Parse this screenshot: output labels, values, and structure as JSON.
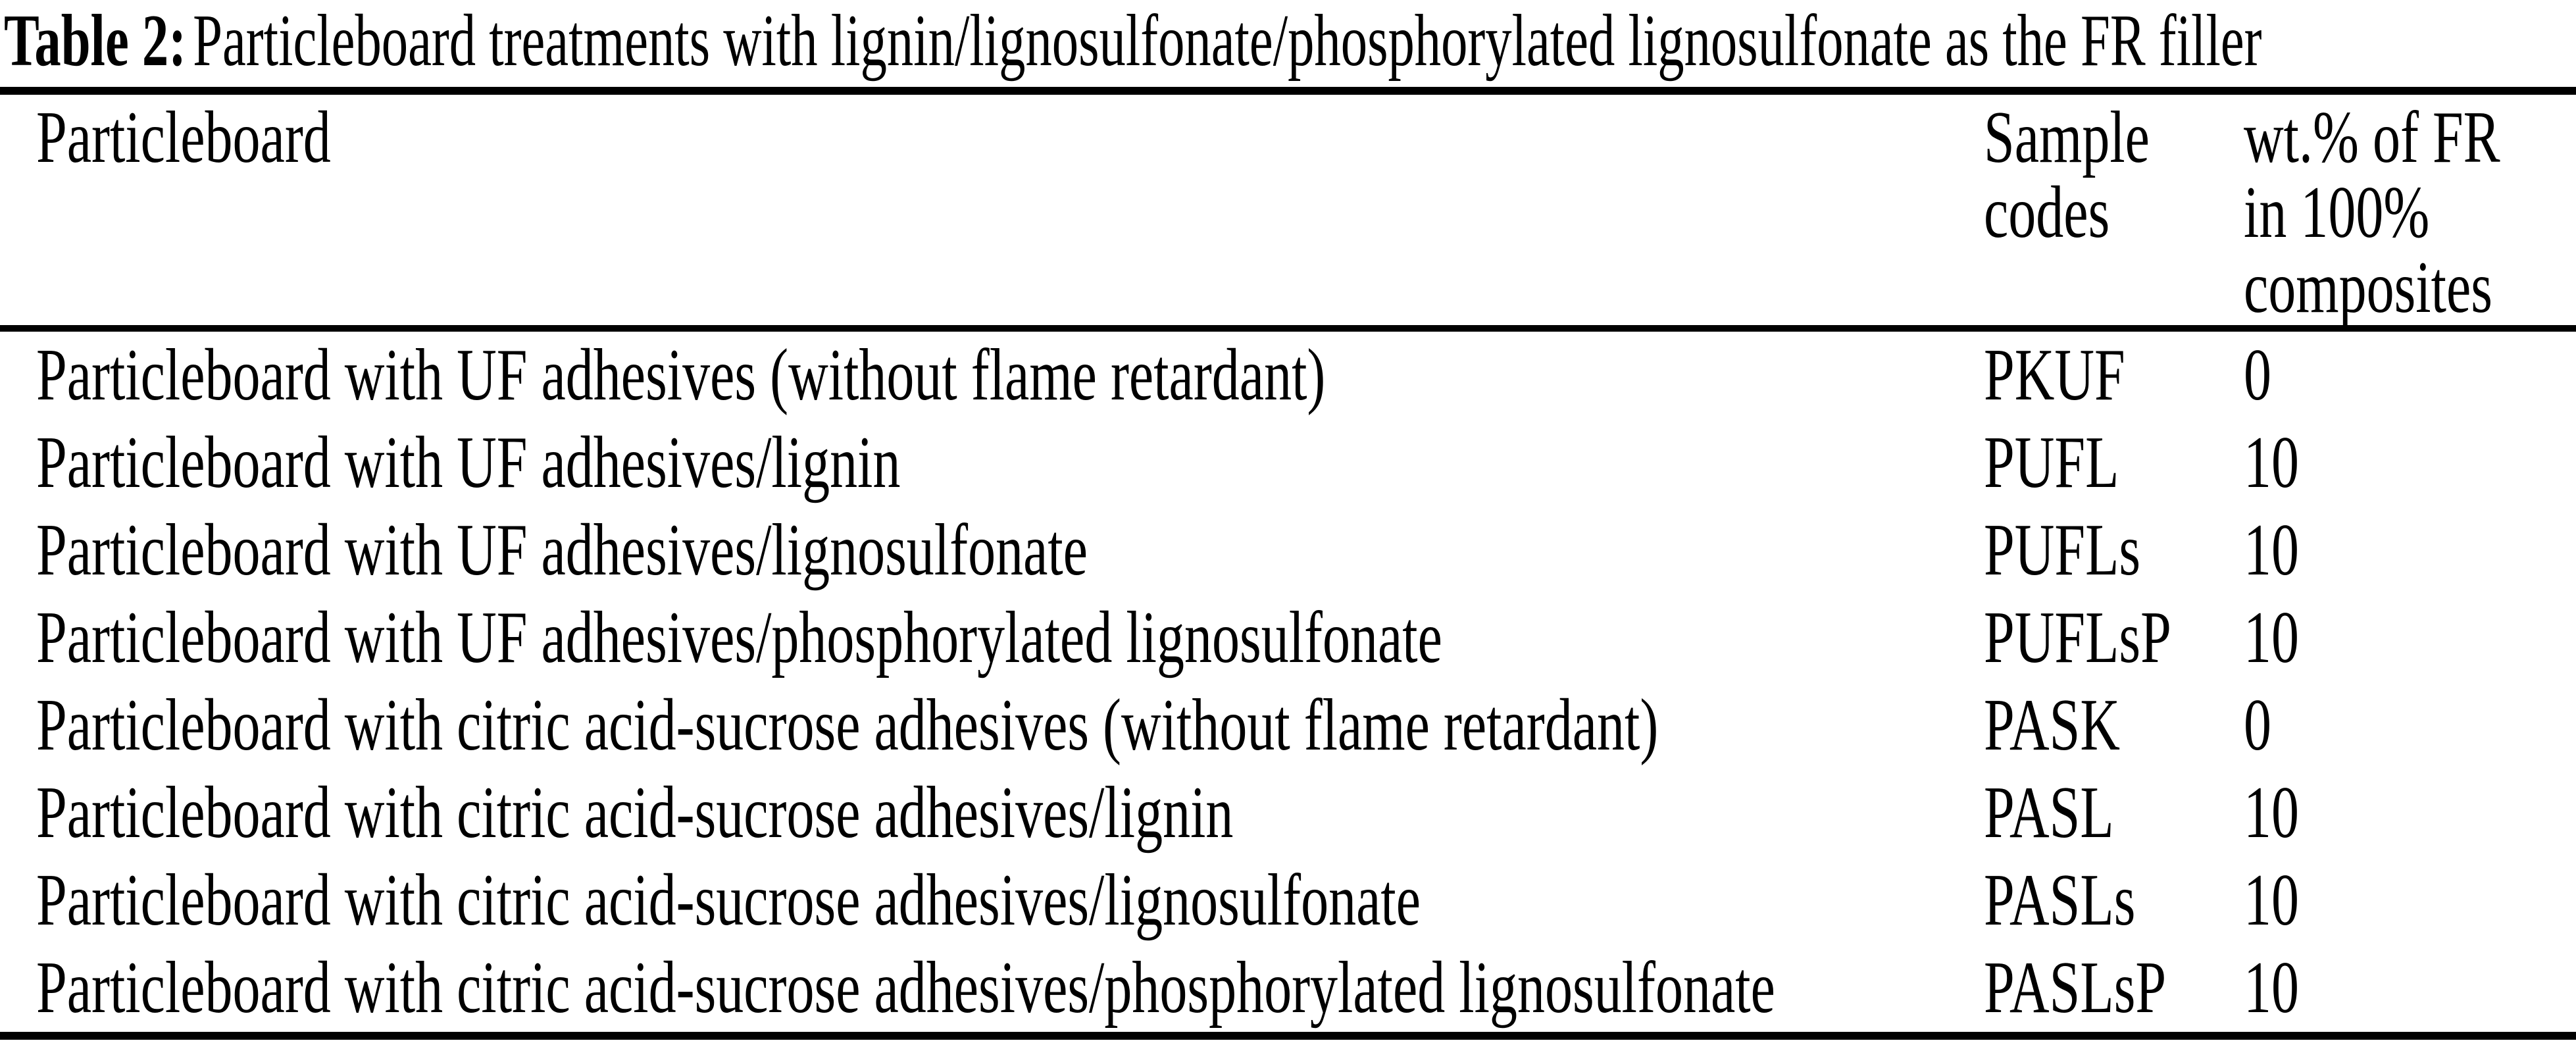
{
  "title": {
    "label": "Table 2:",
    "text": "Particleboard treatments with lignin/lignosulfonate/phosphorylated lignosulfonate as the FR filler"
  },
  "table": {
    "columns": [
      {
        "header": "Particleboard"
      },
      {
        "header": "Sample\ncodes"
      },
      {
        "header": "wt.% of FR\nin 100%\ncomposites"
      }
    ],
    "rows": [
      {
        "particleboard": "Particleboard with UF adhesives (without flame retardant)",
        "sample_code": "PKUF",
        "fr_wt_percent": "0"
      },
      {
        "particleboard": "Particleboard with UF adhesives/lignin",
        "sample_code": "PUFL",
        "fr_wt_percent": "10"
      },
      {
        "particleboard": "Particleboard with UF adhesives/lignosulfonate",
        "sample_code": "PUFLs",
        "fr_wt_percent": "10"
      },
      {
        "particleboard": "Particleboard with UF adhesives/phosphorylated lignosulfonate",
        "sample_code": "PUFLsP",
        "fr_wt_percent": "10"
      },
      {
        "particleboard": "Particleboard with citric acid-sucrose adhesives (without flame retardant)",
        "sample_code": "PASK",
        "fr_wt_percent": "0"
      },
      {
        "particleboard": "Particleboard with citric acid-sucrose adhesives/lignin",
        "sample_code": "PASL",
        "fr_wt_percent": "10"
      },
      {
        "particleboard": "Particleboard with citric acid-sucrose adhesives/lignosulfonate",
        "sample_code": "PASLs",
        "fr_wt_percent": "10"
      },
      {
        "particleboard": "Particleboard with citric acid-sucrose adhesives/phosphorylated lignosulfonate",
        "sample_code": "PASLsP",
        "fr_wt_percent": "10"
      }
    ]
  },
  "colors": {
    "background": "#ffffff",
    "text": "#000000",
    "rule": "#000000"
  }
}
